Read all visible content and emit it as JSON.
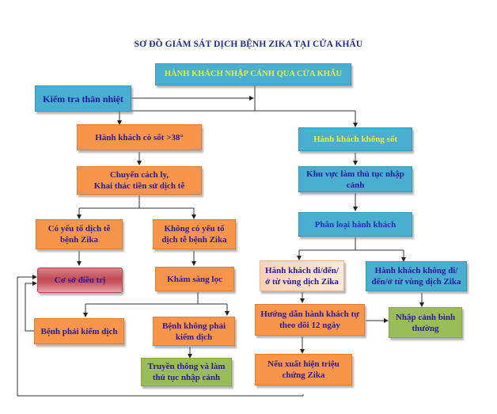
{
  "title": "SƠ ĐỒ GIÁM SÁT DỊCH BỆNH ZIKA TẠI CỬA KHẨU",
  "nodes": {
    "entry": "HÀNH KHÁCH NHẬP CẢNH QUA CỬA KHẨU",
    "temp_check": "Kiểm tra thân nhiệt",
    "fever": "Hành khách có sốt >38°",
    "isolation": "Chuyển cách ly,\nKhai thác tiền sử dịch tễ",
    "has_epi": "Có yếu tố dịch tễ bệnh Zika",
    "no_epi": "Không có yếu tố dịch tễ bệnh Zika",
    "treatment": "Cơ sở  điều trị",
    "screening": "Khám sàng lọc",
    "quarantine_disease": "Bệnh phải kiểm dịch",
    "non_quarantine_disease": "Bệnh không phải kiểm dịch",
    "communication": "Truyền thông và làm thủ tục nhập cảnh",
    "no_fever": "Hành khách không sốt",
    "immigration_area": "Khu vực làm thủ tục nhập cảnh",
    "classify": "Phân loại hành khách",
    "from_zika_area": "Hành khách đi/đến/ở từ vùng dịch Zika",
    "not_from_zika_area": "Hành khách không đi/đến/ở từ vùng dịch Zika",
    "self_monitor": "Hướng dẫn hành khách tự theo dõi 12 ngày",
    "normal_entry": "Nhập cảnh bình thường",
    "if_symptoms": "Nếu xuất hiện triệu chứng Zika"
  },
  "colors": {
    "blue_box": "#4aaed0",
    "orange_box": "#f7954b",
    "green_box": "#9bbd59",
    "red_box": "#c44a55",
    "peach_box": "#fde9d9",
    "text_navy": "#2a1a9a",
    "text_yellow": "#f2ef2a"
  }
}
